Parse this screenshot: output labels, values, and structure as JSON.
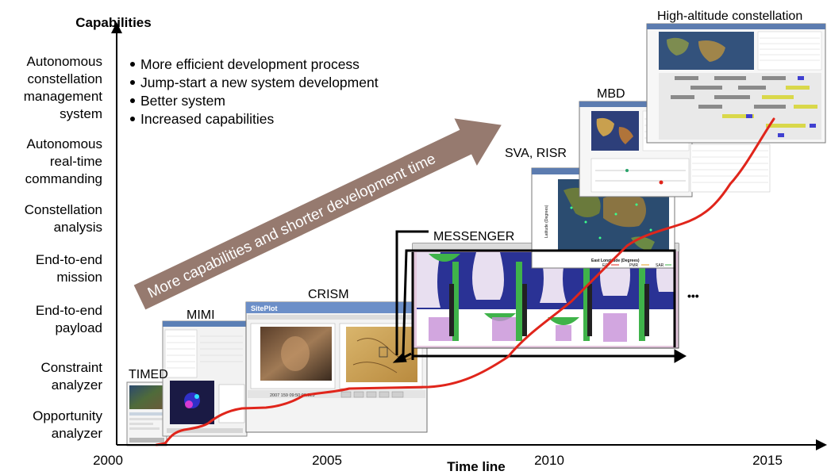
{
  "y_axis": {
    "title": "Capabilities",
    "levels": [
      [
        "Autonomous",
        "constellation",
        "management",
        "system"
      ],
      [
        "Autonomous",
        "real-time",
        "commanding"
      ],
      [
        "Constellation",
        "analysis"
      ],
      [
        "End-to-end",
        "mission"
      ],
      [
        "End-to-end",
        "payload"
      ],
      [
        "Constraint",
        "analyzer"
      ],
      [
        "Opportunity",
        "analyzer"
      ]
    ]
  },
  "x_axis": {
    "title": "Time line",
    "ticks": [
      "2000",
      "2005",
      "2010",
      "2015"
    ]
  },
  "bullets": [
    "More efficient development process",
    "Jump-start a new system development",
    "Better system",
    "Increased capabilities"
  ],
  "trend_arrow_label": "More capabilities and shorter development time",
  "projects": [
    "TIMED",
    "MIMI",
    "CRISM",
    "MESSENGER",
    "SVA, RISR",
    "MBD",
    "High-altitude constellation"
  ],
  "continuation": "•••",
  "screenshot_labels": {
    "crism_title": "SitePlot",
    "crism_timestamp": "2007 159 09:50:00.523",
    "svaxlabel": "East Longitude (Degrees)",
    "svaylabel": "Latitude (Degrees)",
    "sva_legend": [
      "EO",
      "PMR",
      "SAR"
    ]
  },
  "colors": {
    "trend_arrow": "#967a6f",
    "growth_curve": "#e0251b",
    "axis": "#000000"
  }
}
